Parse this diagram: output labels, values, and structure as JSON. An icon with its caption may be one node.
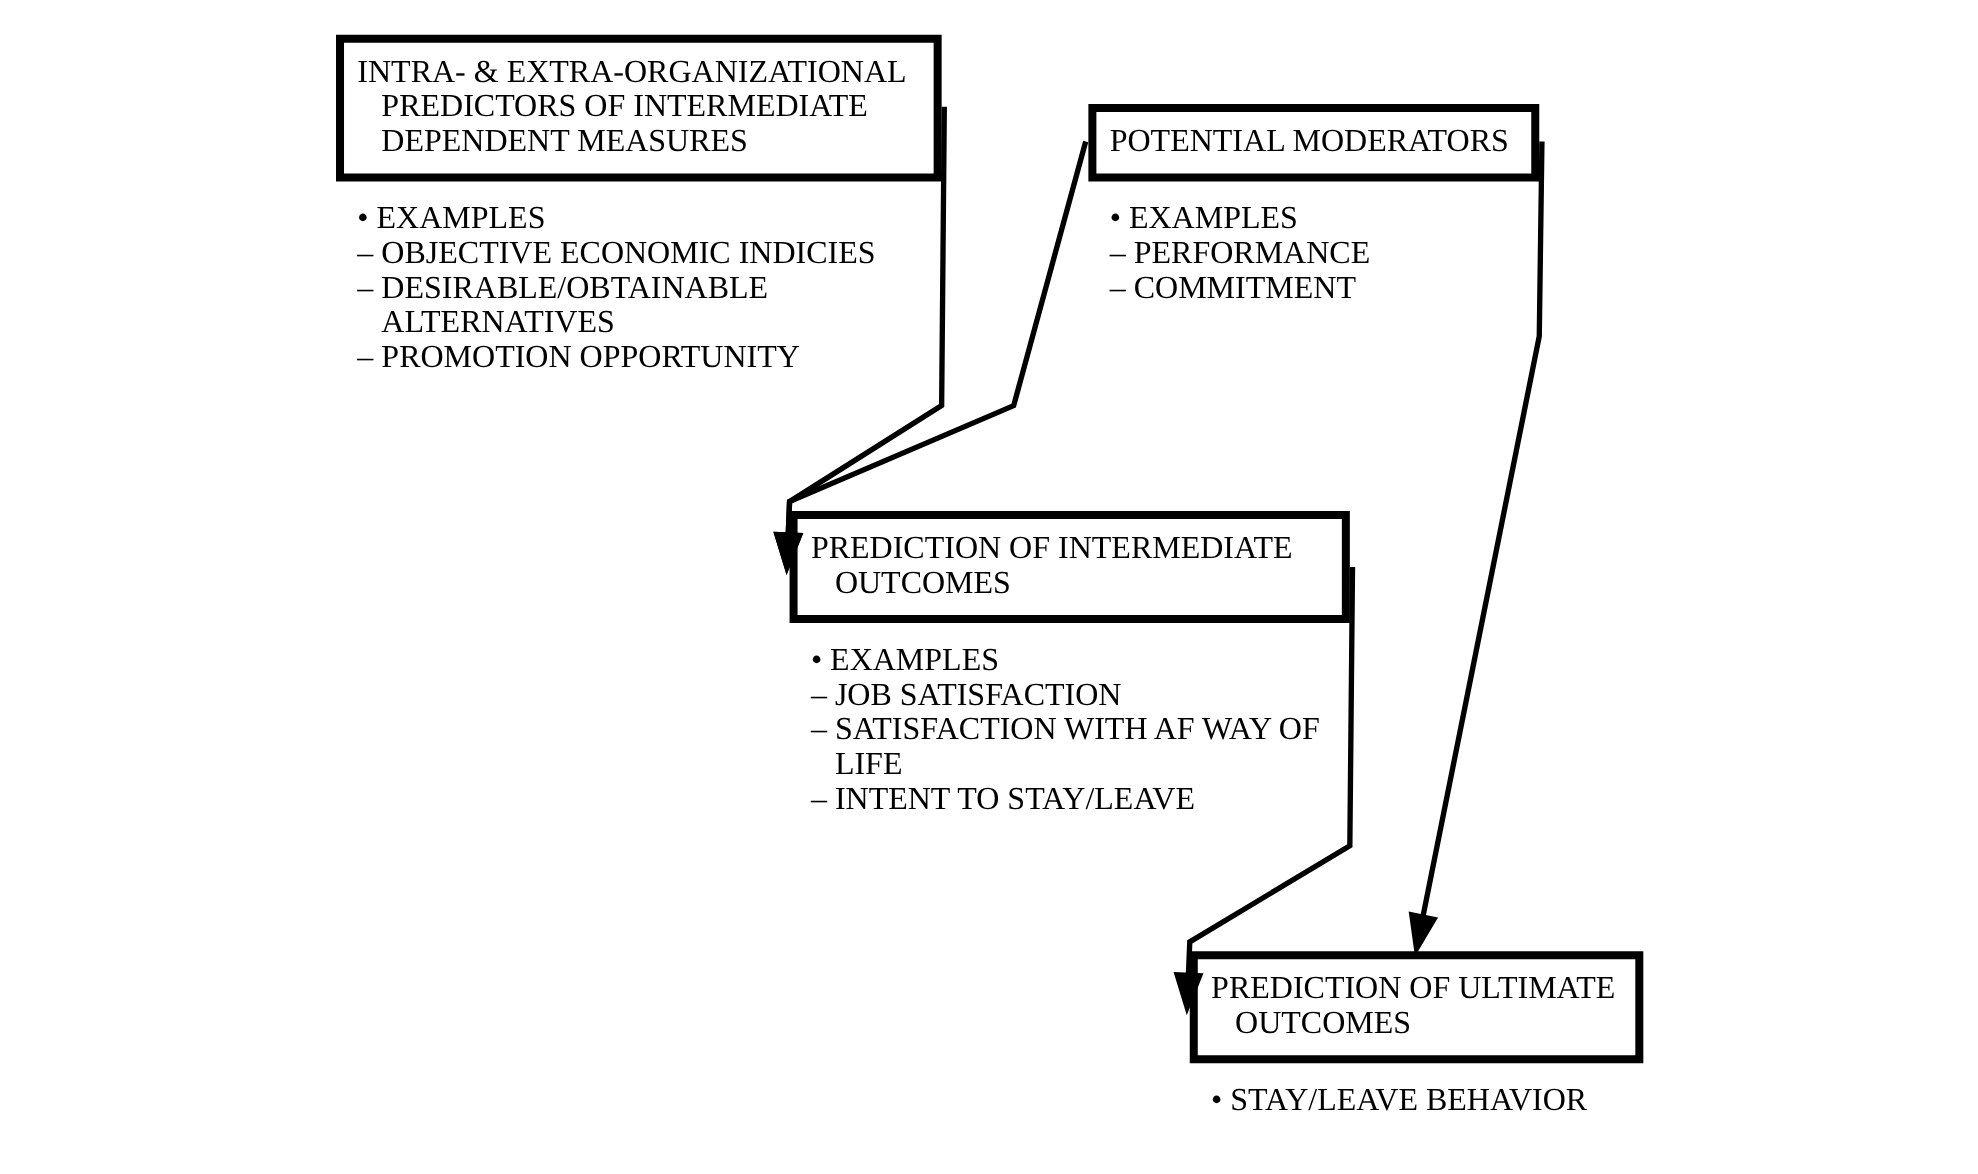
{
  "diagram": {
    "nodes": [
      {
        "text": [
          "INTRA- & EXTRA-ORGANIZATIONAL PREDICTORS OF INTERMEDIATE DEPENDENT MEASURES"
        ],
        "beside": [
          "• EXAMPLES",
          "– OBJECTIVE ECONOMIC INDICIES",
          "– DESIRABLE/OBTAINABLE ALTERNATIVES",
          "– PROMOTION OPPORTUNITY"
        ]
      },
      {
        "text": [
          "POTENTIAL MODERATORS"
        ],
        "beside": [
          "• EXAMPLES",
          "– PERFORMANCE",
          "– COMMITMENT"
        ]
      },
      {
        "text": [
          "PREDICTION OF INTERMEDIATE OUTCOMES"
        ],
        "beside": [
          "• EXAMPLES",
          "– JOB SATISFACTION",
          "– SATISFACTION WITH AF WAY OF LIFE",
          "– INTENT TO STAY/LEAVE"
        ]
      },
      {
        "text": [
          "PREDICTION OF ULTIMATE OUTCOMES"
        ],
        "beside": [
          "• STAY/LEAVE BEHAVIOR"
        ]
      }
    ],
    "edges": [
      {
        "from": 0,
        "to": 2,
        "arrow": "to"
      },
      {
        "from": 1,
        "to": 2,
        "arrow": "to"
      },
      {
        "from": 1,
        "to": 3,
        "arrow": "to"
      },
      {
        "from": 2,
        "to": 3,
        "arrow": "to"
      }
    ]
  }
}
